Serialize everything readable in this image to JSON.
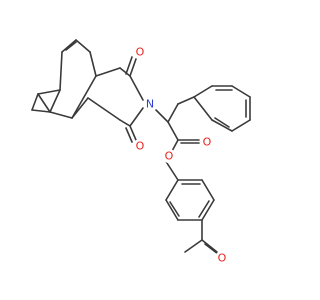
{
  "diagram": {
    "type": "chemical-structure",
    "colors": {
      "bond": "#3a3a3a",
      "oxygen": "#e8231f",
      "nitrogen": "#2f3fd6",
      "background": "#ffffff"
    },
    "atom_labels": {
      "o_top": "O",
      "n_imide": "N",
      "o_bottom": "O",
      "o_ester_carbonyl": "O",
      "o_ester": "O",
      "o_acetyl": "O"
    }
  }
}
